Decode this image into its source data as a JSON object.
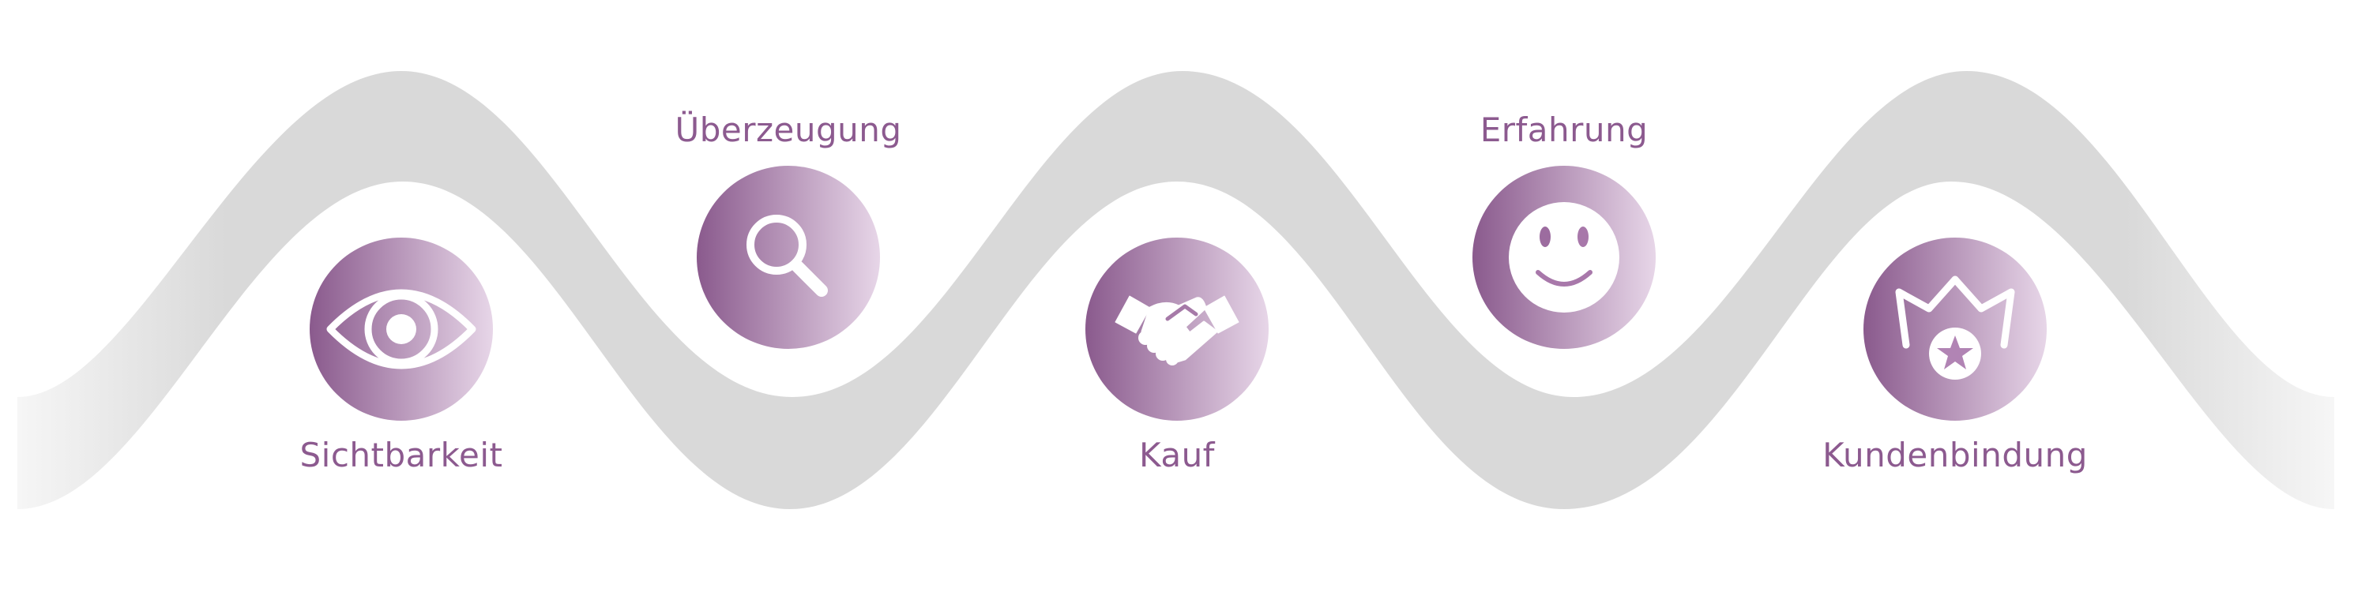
{
  "colors": {
    "band": "#d9d9d9",
    "band_fade": "#f4f4f4",
    "circle_dark": "#8a5a8d",
    "circle_light": "#e7d6e8",
    "label": "#8c5a8f",
    "icon": "#ffffff"
  },
  "steps": [
    {
      "label": "Sichtbarkeit",
      "icon": "eye-icon"
    },
    {
      "label": "Überzeugung",
      "icon": "magnifier-icon"
    },
    {
      "label": "Kauf",
      "icon": "handshake-icon"
    },
    {
      "label": "Erfahrung",
      "icon": "smiley-icon"
    },
    {
      "label": "Kundenbindung",
      "icon": "crown-star-icon"
    }
  ]
}
